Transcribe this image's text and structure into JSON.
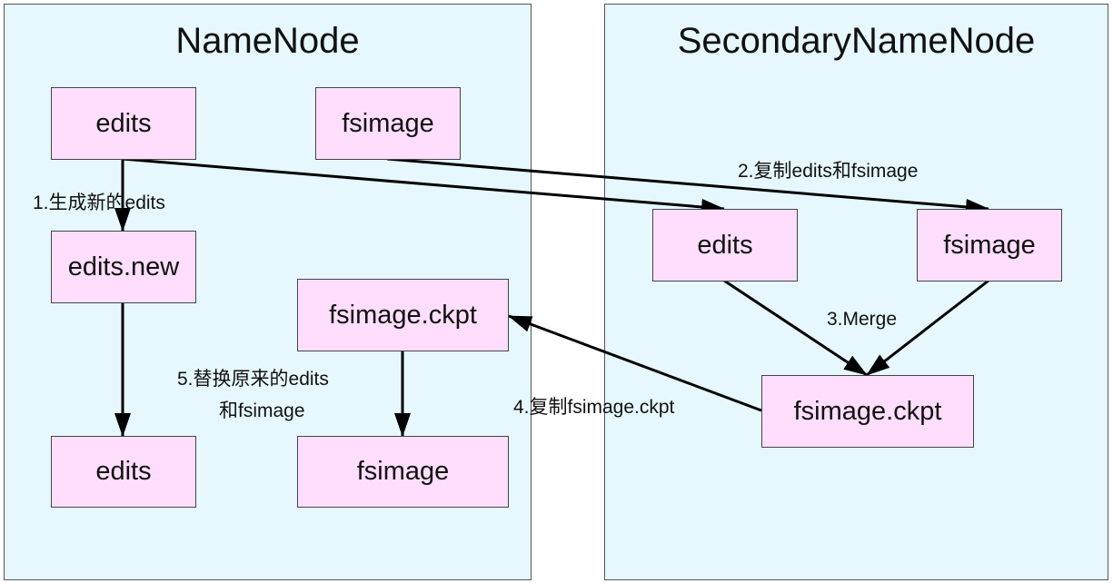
{
  "panels": {
    "namenode": {
      "title": "NameNode"
    },
    "secondary": {
      "title": "SecondaryNameNode"
    }
  },
  "boxes": {
    "nn_edits": "edits",
    "nn_fsimage": "fsimage",
    "nn_edits_new": "edits.new",
    "nn_fsimage_ckpt": "fsimage.ckpt",
    "nn_edits_final": "edits",
    "nn_fsimage_final": "fsimage",
    "snn_edits": "edits",
    "snn_fsimage": "fsimage",
    "snn_fsimage_ckpt": "fsimage.ckpt"
  },
  "steps": {
    "step1": "1.生成新的edits",
    "step2": "2.复制edits和fsimage",
    "step3": "3.Merge",
    "step4": "4.复制fsimage.ckpt",
    "step5_line1": "5.替换原来的edits",
    "step5_line2": "和fsimage"
  },
  "colors": {
    "panel_bg": "#e6f8fe",
    "box_bg": "#ffdefd",
    "arrow": "#000000"
  }
}
